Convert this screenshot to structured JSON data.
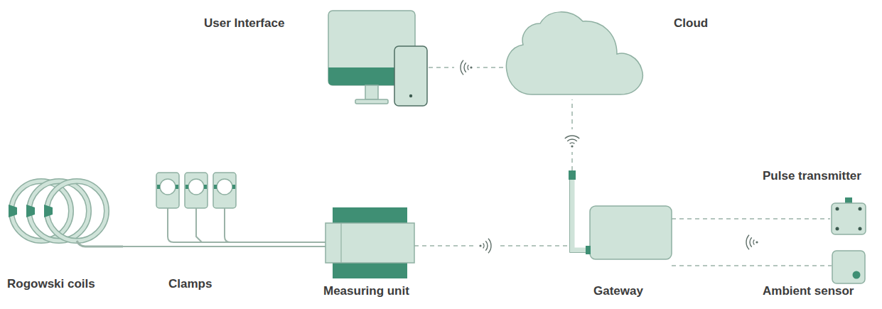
{
  "diagram": {
    "nodes": [
      {
        "text": [
          "User Interface"
        ]
      },
      {
        "text": [
          "Cloud"
        ]
      },
      {
        "text": [
          "Rogowski coils"
        ]
      },
      {
        "text": [
          "Clamps"
        ]
      },
      {
        "text": [
          "Measuring unit"
        ]
      },
      {
        "text": [
          "Gateway"
        ]
      },
      {
        "text": [
          "Pulse transmitter"
        ]
      },
      {
        "text": [
          "Ambient sensor"
        ]
      }
    ],
    "edges": [
      {
        "from": 2,
        "to": 4,
        "arrow": "none"
      },
      {
        "from": 3,
        "to": 4,
        "arrow": "none"
      },
      {
        "from": 4,
        "to": 5,
        "arrow": "none"
      },
      {
        "from": 5,
        "to": 1,
        "arrow": "none"
      },
      {
        "from": 1,
        "to": 0,
        "arrow": "none"
      },
      {
        "from": 5,
        "to": 6,
        "arrow": "none"
      },
      {
        "from": 5,
        "to": 7,
        "arrow": "none"
      }
    ]
  }
}
